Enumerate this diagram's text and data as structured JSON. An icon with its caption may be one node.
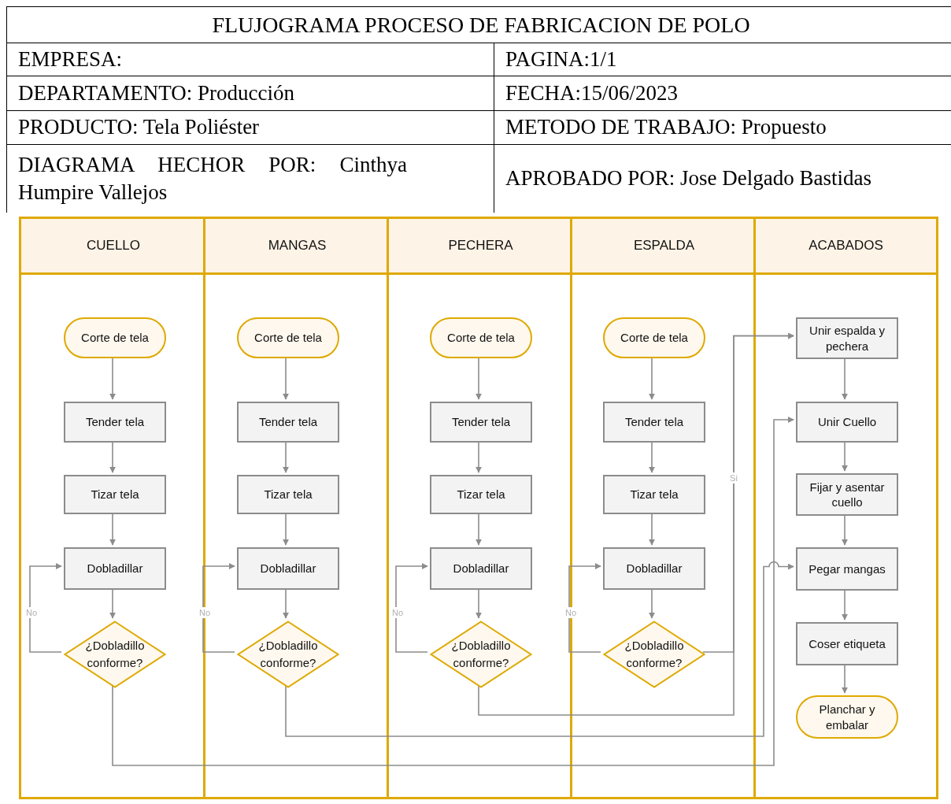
{
  "diagram": {
    "title": "FLUJOGRAMA PROCESO DE FABRICACION DE POLO",
    "nodes": [
      {
        "text": [
          "CUELLO"
        ]
      },
      {
        "text": [
          "Corte de tela"
        ],
        "in": 0
      },
      {
        "text": [
          "Tender tela"
        ],
        "in": 0
      },
      {
        "text": [
          "Tizar tela"
        ],
        "in": 0
      },
      {
        "text": [
          "Dobladillar"
        ],
        "in": 0
      },
      {
        "text": [
          "¿Dobladillo conforme?"
        ],
        "in": 0
      },
      {
        "text": [
          "MANGAS"
        ]
      },
      {
        "text": [
          "Corte de tela"
        ],
        "in": 6
      },
      {
        "text": [
          "Tender tela"
        ],
        "in": 6
      },
      {
        "text": [
          "Tizar tela"
        ],
        "in": 6
      },
      {
        "text": [
          "Dobladillar"
        ],
        "in": 6
      },
      {
        "text": [
          "¿Dobladillo conforme?"
        ],
        "in": 6
      },
      {
        "text": [
          "PECHERA"
        ]
      },
      {
        "text": [
          "Corte de tela"
        ],
        "in": 12
      },
      {
        "text": [
          "Tender tela"
        ],
        "in": 12
      },
      {
        "text": [
          "Tizar tela"
        ],
        "in": 12
      },
      {
        "text": [
          "Dobladillar"
        ],
        "in": 12
      },
      {
        "text": [
          "¿Dobladillo conforme?"
        ],
        "in": 12
      },
      {
        "text": [
          "ESPALDA"
        ]
      },
      {
        "text": [
          "Corte de tela"
        ],
        "in": 18
      },
      {
        "text": [
          "Tender tela"
        ],
        "in": 18
      },
      {
        "text": [
          "Tizar tela"
        ],
        "in": 18
      },
      {
        "text": [
          "Dobladillar"
        ],
        "in": 18
      },
      {
        "text": [
          "¿Dobladillo conforme?"
        ],
        "in": 18
      },
      {
        "text": [
          "ACABADOS"
        ]
      },
      {
        "text": [
          "Unir espalda y pechera"
        ],
        "in": 24
      },
      {
        "text": [
          "Unir Cuello"
        ],
        "in": 24
      },
      {
        "text": [
          "Fijar y asentar cuello"
        ],
        "in": 24
      },
      {
        "text": [
          "Pegar mangas"
        ],
        "in": 24
      },
      {
        "text": [
          "Coser etiqueta"
        ],
        "in": 24
      },
      {
        "text": [
          "Planchar y embalar"
        ],
        "in": 24
      }
    ],
    "edges": [
      {
        "from": 1,
        "to": 2,
        "arrow": "to"
      },
      {
        "from": 2,
        "to": 3,
        "arrow": "to"
      },
      {
        "from": 3,
        "to": 4,
        "arrow": "to"
      },
      {
        "from": 4,
        "to": 5,
        "arrow": "to"
      },
      {
        "from": 5,
        "to": 4,
        "arrow": "to",
        "label": "No"
      },
      {
        "from": 7,
        "to": 8,
        "arrow": "to"
      },
      {
        "from": 8,
        "to": 9,
        "arrow": "to"
      },
      {
        "from": 9,
        "to": 10,
        "arrow": "to"
      },
      {
        "from": 10,
        "to": 11,
        "arrow": "to"
      },
      {
        "from": 11,
        "to": 10,
        "arrow": "to",
        "label": "No"
      },
      {
        "from": 13,
        "to": 14,
        "arrow": "to"
      },
      {
        "from": 14,
        "to": 15,
        "arrow": "to"
      },
      {
        "from": 15,
        "to": 16,
        "arrow": "to"
      },
      {
        "from": 16,
        "to": 17,
        "arrow": "to"
      },
      {
        "from": 17,
        "to": 16,
        "arrow": "to",
        "label": "No"
      },
      {
        "from": 19,
        "to": 20,
        "arrow": "to"
      },
      {
        "from": 20,
        "to": 21,
        "arrow": "to"
      },
      {
        "from": 21,
        "to": 22,
        "arrow": "to"
      },
      {
        "from": 22,
        "to": 23,
        "arrow": "to"
      },
      {
        "from": 23,
        "to": 22,
        "arrow": "to",
        "label": "No"
      },
      {
        "from": 23,
        "to": 25,
        "arrow": "to",
        "label": "Si"
      },
      {
        "from": 17,
        "to": 25,
        "arrow": "to"
      },
      {
        "from": 11,
        "to": 28,
        "arrow": "to"
      },
      {
        "from": 5,
        "to": 26,
        "arrow": "to"
      },
      {
        "from": 25,
        "to": 26,
        "arrow": "to"
      },
      {
        "from": 26,
        "to": 27,
        "arrow": "to"
      },
      {
        "from": 27,
        "to": 28,
        "arrow": "to"
      },
      {
        "from": 28,
        "to": 29,
        "arrow": "to"
      },
      {
        "from": 29,
        "to": 30,
        "arrow": "to"
      }
    ],
    "labels": [
      "EMPRESA:",
      "PAGINA:1/1",
      "DEPARTAMENTO: Producción",
      "FECHA:15/06/2023",
      "PRODUCTO: Tela Poliéster",
      "METODO DE TRABAJO: Propuesto",
      "DIAGRAMA HECHOR POR: Cinthya Humpire Vallejos",
      "APROBADO POR: Jose Delgado Bastidas"
    ]
  }
}
